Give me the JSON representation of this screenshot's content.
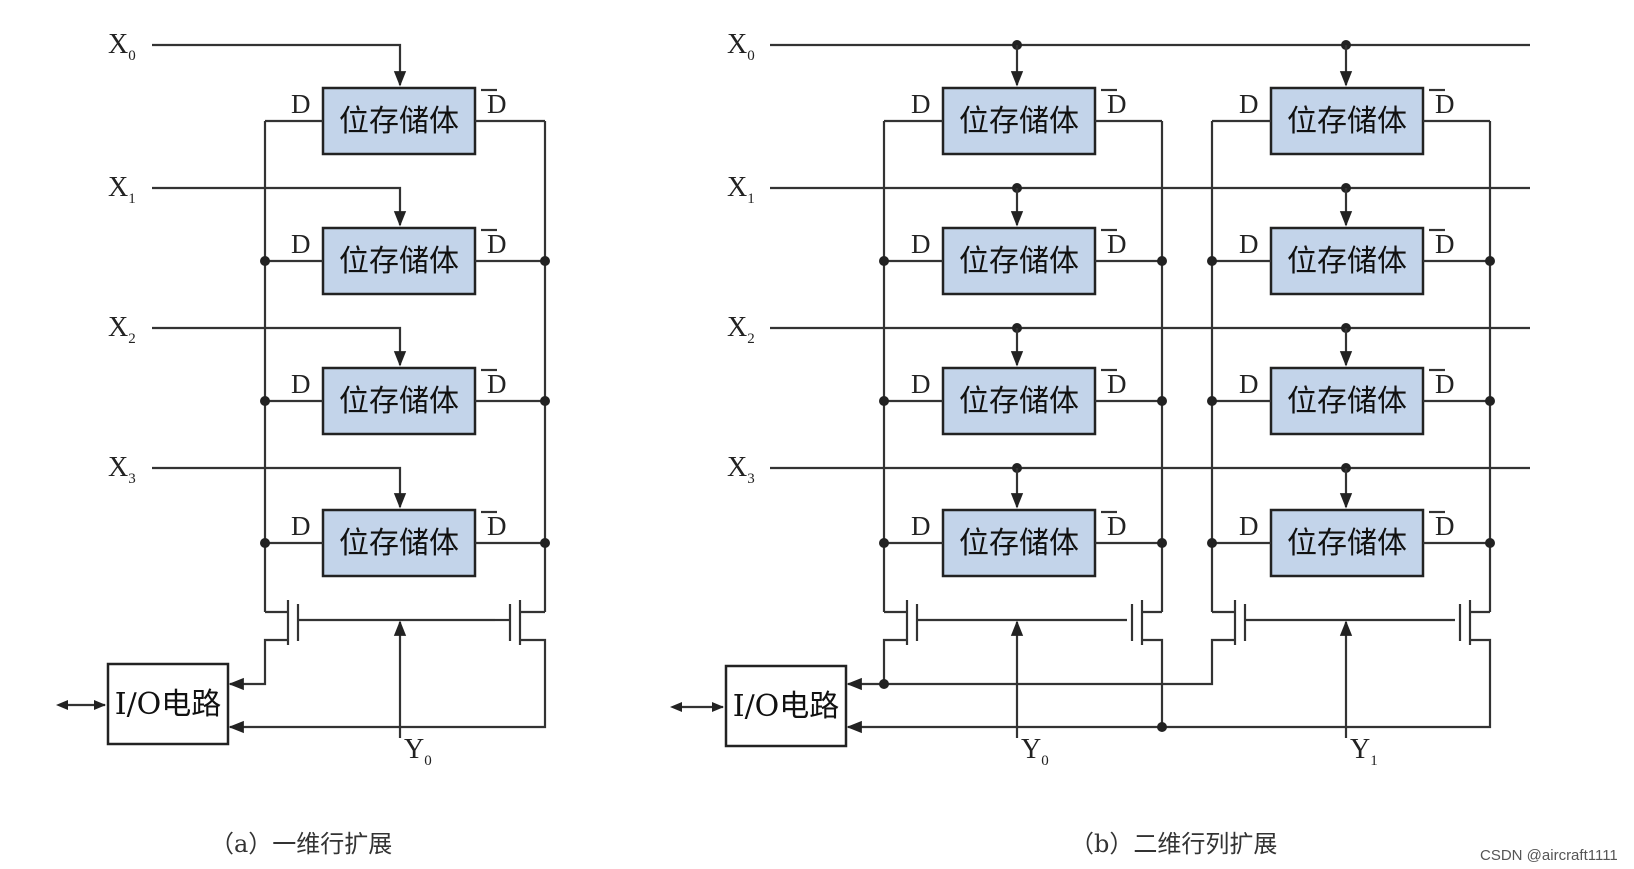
{
  "cell_label": "位存储体",
  "data_label": "D",
  "data_bar_label": "D",
  "io_label": "I/O电路",
  "row_select_letter": "X",
  "row_indices": [
    "0",
    "1",
    "2",
    "3"
  ],
  "col_select_letter": "Y",
  "col_indices": [
    "0",
    "1"
  ],
  "caption_a": "（a）一维行扩展",
  "caption_b": "（b）二维行列扩展",
  "watermark": "CSDN @aircraft1111"
}
